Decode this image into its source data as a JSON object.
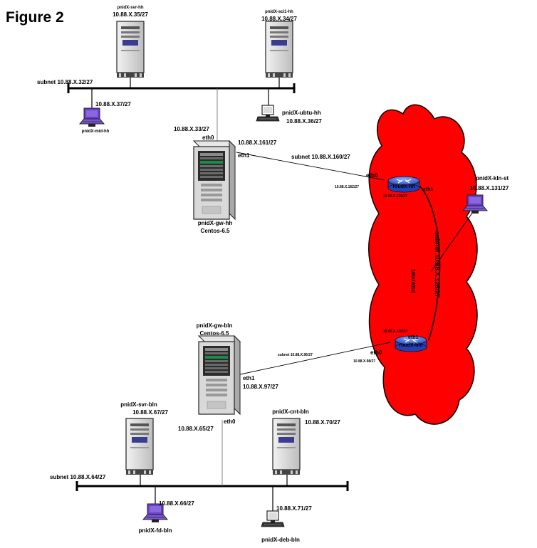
{
  "figure": {
    "title": "Figure 2"
  },
  "colors": {
    "cloud": "#ff0000",
    "router": "#3a5bd9",
    "laptop": "#6a40c8",
    "link": "#000000"
  },
  "top_site": {
    "server_svr": {
      "name": "pnidX-svr-hh",
      "ip": "10.88.X.35/27"
    },
    "server_sci": {
      "name": "pnidX-sci1-hh",
      "ip": "10.88.X.34/27"
    },
    "subnet": "subnet  10.88.X.32/27",
    "laptop": {
      "name": "pnidX-mid-hh",
      "ip": "10.88.X.37/27"
    },
    "workstation": {
      "name": "pnidX-ubtu-hh",
      "ip": "10.88.X.36/27"
    },
    "gateway": {
      "eth0_ip": "10.88.X.33/27",
      "eth0": "eth0",
      "eth1_ip": "10.88.X.161/27",
      "eth1": "eth1",
      "name": "pnidX-gw-hh",
      "os": "Centos-6.5"
    },
    "wan_subnet": "subnet  10.88.X.160/27"
  },
  "internet": {
    "label": "Internet",
    "router_top": {
      "name": "roudX-hh",
      "eth0": "eth0",
      "eth0_ip": "10.88.X.162/27",
      "eth1": "eth1",
      "eth1_ip": "10.88.X.129/27"
    },
    "router_bottom": {
      "name": "roudX-bln",
      "eth1": "eth1",
      "eth1_ip": "10.88.X.130/27",
      "eth0": "eth0",
      "eth0_ip": "10.88.X.98/27"
    },
    "core_subnet": "subnet  10.88.X.128/27",
    "laptop": {
      "name": "pnidX-kln-st",
      "ip": "10.88.X.131/27"
    }
  },
  "bottom_site": {
    "gateway": {
      "name": "pnidX-gw-bln",
      "os": "Centos-6.5",
      "eth1": "eth1",
      "eth1_ip": "10.88.X.97/27",
      "eth0": "eth0",
      "eth0_ip": "10.88.X.65/27"
    },
    "wan_subnet": "subnet  10.88.X.96/27",
    "server_svr": {
      "name": "pnidX-svr-bln",
      "ip": "10.88.X.67/27"
    },
    "server_cnt": {
      "name": "pnidX-cnt-bln",
      "ip": "10.88.X.70/27"
    },
    "subnet": "subnet  10.88.X.64/27",
    "laptop": {
      "name": "pnidX-fd-bln",
      "ip": "10.88.X.66/27"
    },
    "workstation": {
      "name": "pnidX-deb-bln",
      "ip": "10.88.X.71/27"
    }
  }
}
